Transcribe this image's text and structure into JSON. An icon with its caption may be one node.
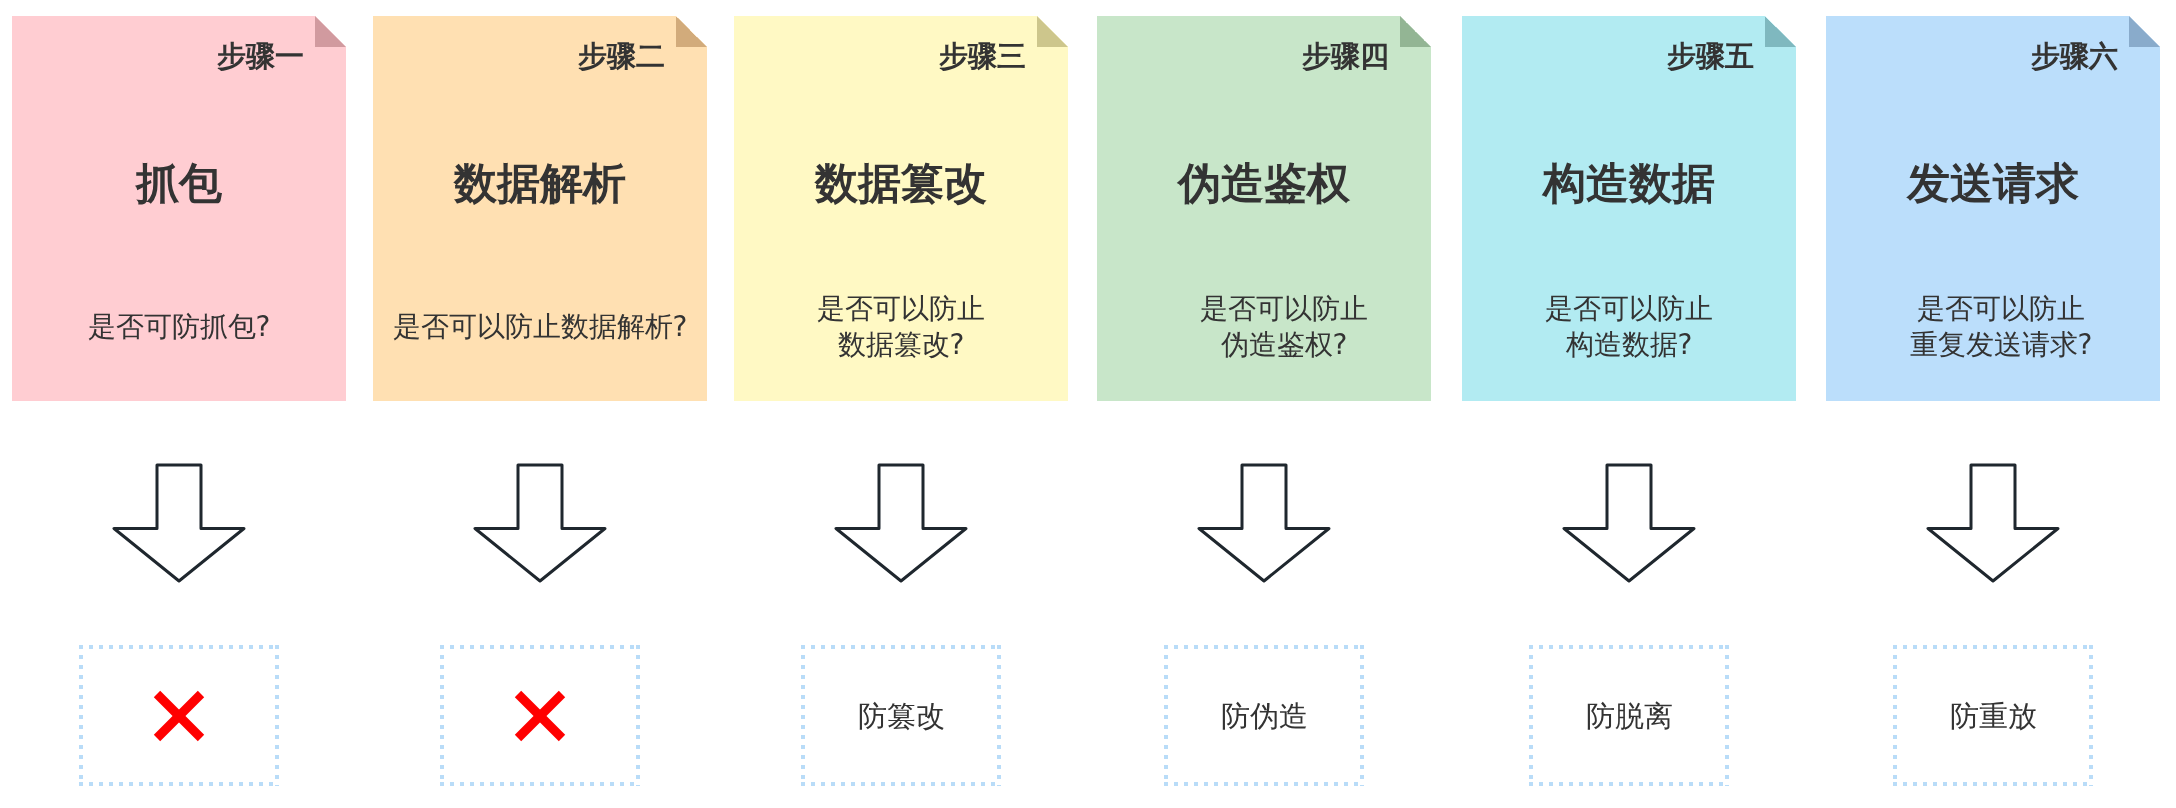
{
  "diagram": {
    "nodes": [
      {
        "text": [
          "步骤一",
          "抓包",
          "是否可防抓包?"
        ]
      },
      {
        "text": [
          "步骤二",
          "数据解析",
          "是否可以防止数据解析?"
        ]
      },
      {
        "text": [
          "步骤三",
          "数据篡改",
          "是否可以防止数据篡改?"
        ]
      },
      {
        "text": [
          "步骤四",
          "伪造鉴权",
          "是否可以防止伪造鉴权?"
        ]
      },
      {
        "text": [
          "步骤五",
          "构造数据",
          "是否可以防止构造数据?"
        ]
      },
      {
        "text": [
          "步骤六",
          "发送请求",
          "是否可以防止重复发送请求?"
        ]
      },
      {
        "text": [],
        "shape": "box"
      },
      {
        "text": [],
        "shape": "box"
      },
      {
        "text": [
          "防篡改"
        ]
      },
      {
        "text": [
          "防伪造"
        ]
      },
      {
        "text": [
          "防脱离"
        ]
      },
      {
        "text": [
          "防重放"
        ]
      }
    ],
    "edges": [
      {
        "from": 0,
        "to": 6,
        "arrow": "to"
      },
      {
        "from": 1,
        "to": 7,
        "arrow": "to"
      },
      {
        "from": 2,
        "to": 8,
        "arrow": "to"
      },
      {
        "from": 3,
        "to": 9,
        "arrow": "to"
      },
      {
        "from": 4,
        "to": 10,
        "arrow": "to"
      },
      {
        "from": 5,
        "to": 11,
        "arrow": "to"
      }
    ]
  }
}
